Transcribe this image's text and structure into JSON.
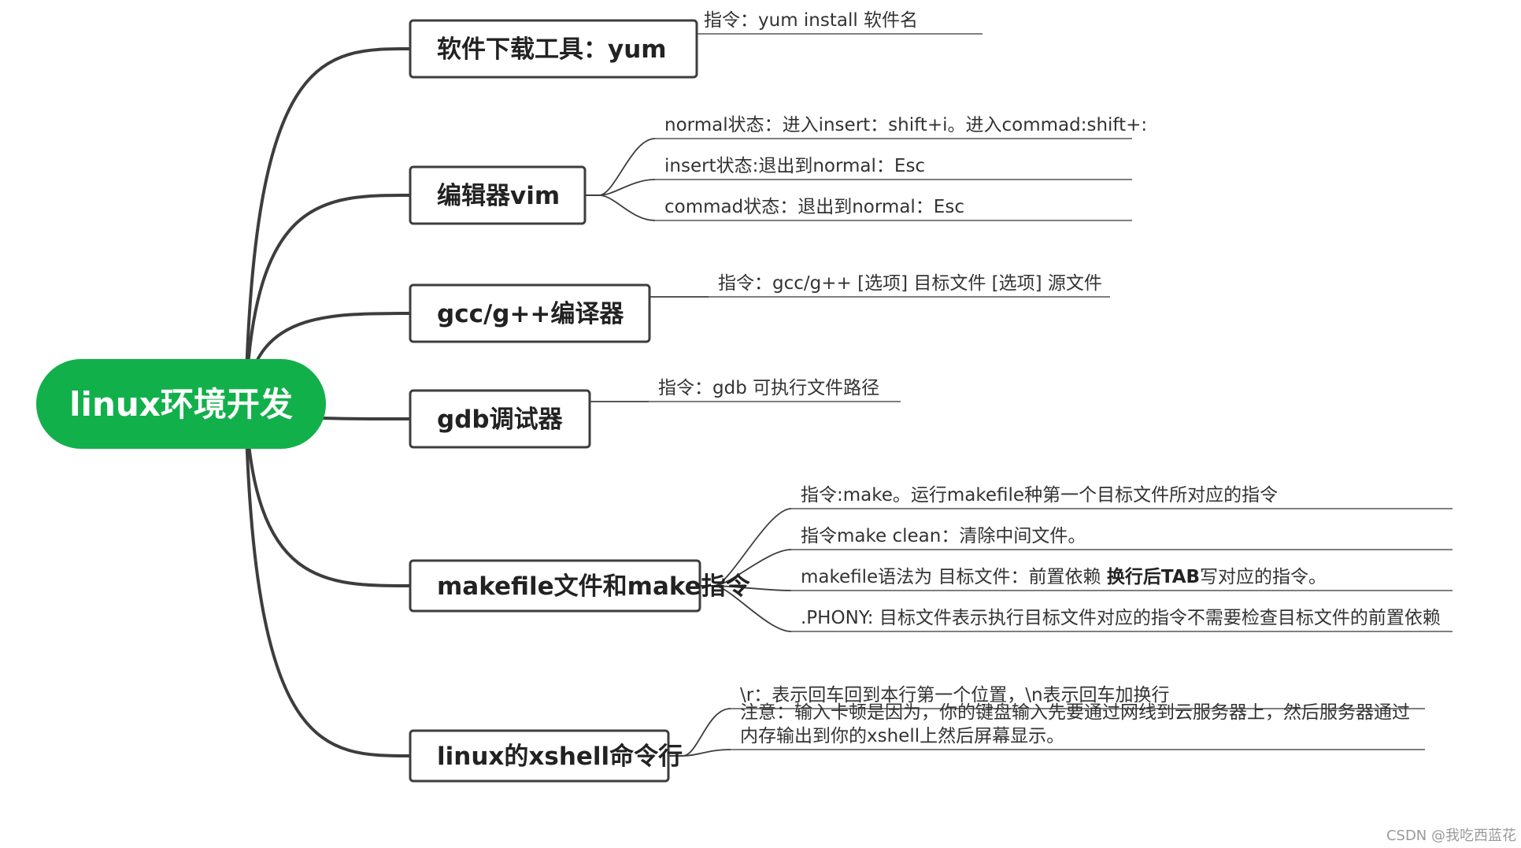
{
  "root": {
    "label": "linux环境开发",
    "color": "#12b04b"
  },
  "branches": [
    {
      "label": "软件下载工具：yum",
      "leaves": [
        {
          "parts": [
            {
              "text": "指令：yum install 软件名"
            }
          ]
        }
      ]
    },
    {
      "label": "编辑器vim",
      "leaves": [
        {
          "parts": [
            {
              "text": "normal状态：进入insert：shift+i。进入commad:shift+:"
            }
          ]
        },
        {
          "parts": [
            {
              "text": "insert状态:退出到normal：Esc"
            }
          ]
        },
        {
          "parts": [
            {
              "text": "commad状态：退出到normal：Esc"
            }
          ]
        }
      ]
    },
    {
      "label": "gcc/g++编译器",
      "leaves": [
        {
          "parts": [
            {
              "text": "指令：gcc/g++ [选项] 目标文件 [选项] 源文件"
            }
          ]
        }
      ]
    },
    {
      "label": "gdb调试器",
      "leaves": [
        {
          "parts": [
            {
              "text": "指令：gdb  可执行文件路径"
            }
          ]
        }
      ]
    },
    {
      "label": "makefile文件和make指令",
      "leaves": [
        {
          "parts": [
            {
              "text": "指令:make。运行makefile种第一个目标文件所对应的指令"
            }
          ]
        },
        {
          "parts": [
            {
              "text": "指令make clean：清除中间文件。"
            }
          ]
        },
        {
          "parts": [
            {
              "text": "makefile语法为 目标文件：前置依赖 "
            },
            {
              "text": "换行后TAB",
              "bold": true
            },
            {
              "text": "写对应的指令。"
            }
          ]
        },
        {
          "parts": [
            {
              "text": ".PHONY: 目标文件表示执行目标文件对应的指令不需要检查目标文件的前置依赖"
            }
          ]
        }
      ]
    },
    {
      "label": "linux的xshell命令行",
      "leaves": [
        {
          "parts": [
            {
              "text": "\\r：表示回车回到本行第一个位置，\\n表示回车加换行"
            }
          ]
        },
        {
          "parts": [
            {
              "text": "注意：输入卡顿是因为，你的键盘输入先要通过网线到云服务器上，然后服务器通过"
            }
          ],
          "parts2": [
            {
              "text": "内存输出到你的xshell上然后屏幕显示。"
            }
          ]
        }
      ]
    }
  ],
  "watermark": "CSDN @我吃西蓝花",
  "colors": {
    "line": "#3d3d3d",
    "box_border": "#3d3d3d",
    "text": "#333333"
  }
}
